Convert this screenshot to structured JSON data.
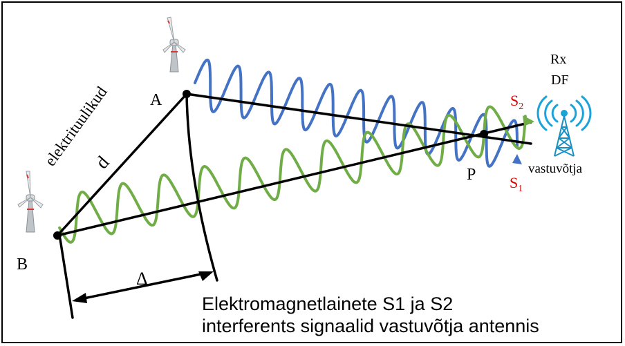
{
  "labels": {
    "side_text": "elektrituulikud",
    "point_a": "A",
    "point_b": "B",
    "point_p": "P",
    "distance": "d",
    "delta": "Δ",
    "rx": "Rx",
    "df": "DF",
    "receiver": "vastuvõtja",
    "s2_letter": "S",
    "s2_sub": "2",
    "s1_letter": "S",
    "s1_sub": "1"
  },
  "caption": {
    "line1": "Elektromagnetlainete S1 ja S2",
    "line2": "interferents signaalid vastuvõtja antennis"
  },
  "colors": {
    "wave_s2": "#4472c4",
    "wave_s1": "#70ad47",
    "signal_label": "#e00000",
    "antenna": "#1aa3d9",
    "line": "#000000"
  },
  "icons": [
    "wind-turbine-icon",
    "wind-turbine-icon",
    "radio-tower-icon"
  ]
}
